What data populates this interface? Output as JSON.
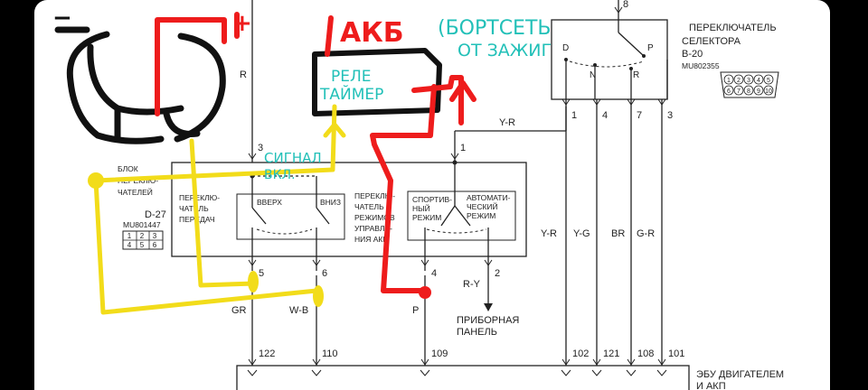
{
  "diagram": {
    "selector_switch": {
      "title_line1": "ПЕРЕКЛЮЧАТЕЛЬ",
      "title_line2": "СЕЛЕКТОРА",
      "code": "B-20",
      "part": "MU802355",
      "pos_d": "D",
      "pos_n": "N",
      "pos_r": "R",
      "pos_p": "P",
      "top_pin": "8",
      "pins": [
        "1",
        "4",
        "7",
        "3"
      ],
      "connector_pins": [
        "1",
        "2",
        "3",
        "4",
        "5",
        "6",
        "7",
        "8",
        "9",
        "10"
      ]
    },
    "shifter_block": {
      "label_lines": [
        "БЛОК",
        "ПЕРЕКЛЮ-",
        "ЧАТЕЛЕЙ"
      ],
      "code": "D-27",
      "part": "MU801447",
      "connector_pins": [
        "1",
        "2",
        "3",
        "4",
        "5",
        "6"
      ],
      "gear_switch_lines": [
        "ПЕРЕКЛЮ-",
        "ЧАТЕЛЬ",
        "ПЕРЕДАЧ"
      ],
      "up": "ВВЕРХ",
      "down": "ВНИЗ",
      "mode_switch_lines": [
        "ПЕРЕКЛЮ-",
        "ЧАТЕЛЬ",
        "РЕЖИМОВ",
        "УПРАВЛЕ-",
        "НИЯ АКП"
      ],
      "sport_lines": [
        "СПОРТИВ-",
        "НЫЙ",
        "РЕЖИМ"
      ],
      "auto_lines": [
        "АВТОМАТИ-",
        "ЧЕСКИЙ",
        "РЕЖИМ"
      ]
    },
    "wires": {
      "pin3": "3",
      "wire_r": "R",
      "pin1": "1",
      "wire_yr": "Y-R",
      "pin5": "5",
      "pin6": "6",
      "pin4": "4",
      "pin2": "2",
      "gr": "GR",
      "wb": "W-B",
      "p": "P",
      "ry": "R-Y",
      "bottom_codes": [
        "Y-R",
        "Y-G",
        "BR",
        "G-R"
      ],
      "ecu_pins": [
        "122",
        "110",
        "109",
        "102",
        "121",
        "108",
        "101"
      ]
    },
    "dash_lines": [
      "ПРИБОРНАЯ",
      "ПАНЕЛЬ"
    ],
    "ecu_lines": [
      "ЭБУ ДВИГАТЕЛЕМ",
      "И АКП"
    ]
  },
  "annotations": {
    "plus": "+",
    "minus": "−",
    "akb": "АКБ",
    "bort_line1": "(БОРТСЕТЬ",
    "bort_line2": "ОТ ЗАЖИГ",
    "relay_line1": "РЕЛЕ",
    "relay_line2": "ТАЙМЕР",
    "signal_line1": "СИГНАЛ",
    "signal_line2": "ВКЛ."
  },
  "colors": {
    "red_marker": "#ee1c1c",
    "yellow_marker": "#f2dc1a",
    "teal_marker": "#22c0b8",
    "black_marker": "#111111",
    "wire": "#222222"
  }
}
